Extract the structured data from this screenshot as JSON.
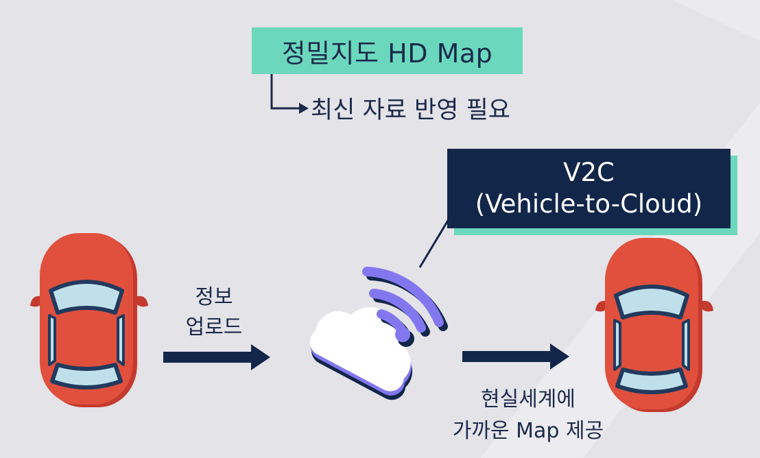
{
  "title": "정밀지도 HD Map",
  "subnote": "최신 자료 반영 필요",
  "v2c": {
    "line1": "V2C",
    "line2": "(Vehicle-to-Cloud)"
  },
  "upload_label": {
    "line1": "정보",
    "line2": "업로드"
  },
  "provide_label": {
    "line1": "현실세계에",
    "line2": "가까운 Map 제공"
  },
  "colors": {
    "background": "#e4e3e8",
    "accent_teal": "#6bd8be",
    "navy": "#12264a",
    "car_body": "#e0503d",
    "car_glass": "#bfe0ea",
    "wifi_purple": "#8377f0",
    "cloud": "#ffffff"
  },
  "icons": [
    "car-icon",
    "cloud-icon",
    "wifi-icon",
    "arrow-right-icon",
    "elbow-arrow-icon"
  ]
}
